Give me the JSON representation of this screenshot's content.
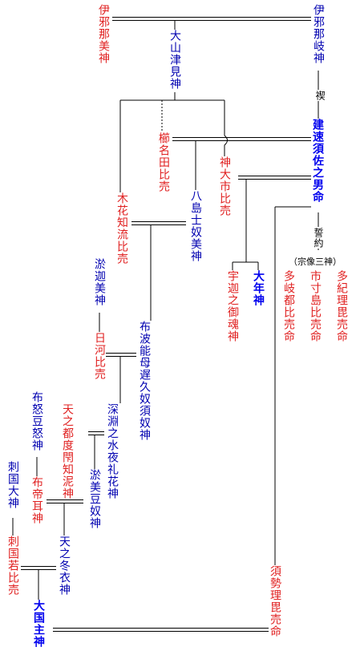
{
  "people": {
    "izanami": "伊邪那美神",
    "izanagi": "伊邪那岐神",
    "oyamatsumi": "大山津見神",
    "susanoo": "建速須佐之男命",
    "kushinadahime": "櫛名田比売",
    "kamuoichihime": "神大市比売",
    "konohanachiruhime": "木花知流比売",
    "yashimajinumi": "八島士奴美神",
    "ukanomitama": "宇迦之御魂神",
    "otoshi": "大年神",
    "tagitsuhime": "多岐都比売命",
    "ichikishimahime": "市寸島比売命",
    "takiribime": "多紀理毘売命",
    "okaminokami": "淤迦美神",
    "hikawahime": "日河比売",
    "fuhanomojikunusunu": "布波能母遅久奴須奴神",
    "ame_no_tsudoechine": "天之都度閇知泥神",
    "fukabuchi": "深淵之水夜礼花神",
    "funozunu": "布怒豆怒神",
    "omizunu": "淤美豆奴神",
    "futemimi": "布帝耳神",
    "sashikuni_okami": "刺国大神",
    "sashikuni_wakahime": "刺国若比売",
    "amenofuyukinu": "天之冬衣神",
    "okuninushi": "大国主神",
    "suseribime": "須勢理毘売命"
  },
  "notes": {
    "misogi": "禊",
    "oath": "誓約",
    "munakata": "（宗像三神）"
  },
  "colors": {
    "female": "#e02020",
    "male": "#0000b0",
    "highlight": "#0000ee",
    "line": "#000000",
    "background": "#ffffff"
  }
}
